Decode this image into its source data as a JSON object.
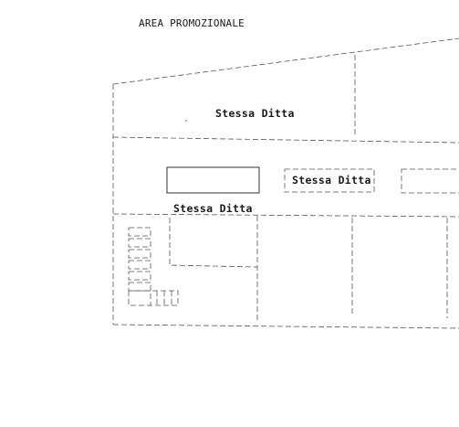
{
  "title": "AREA PROMOZIONALE",
  "labels": {
    "upper_block": "Stessa Ditta",
    "middle_block": "Stessa Ditta",
    "lower_block": "Stessa Ditta"
  },
  "colors": {
    "line": "#555555",
    "solid_box": "#333333",
    "text": "#1a1a1a",
    "background": "#ffffff"
  }
}
